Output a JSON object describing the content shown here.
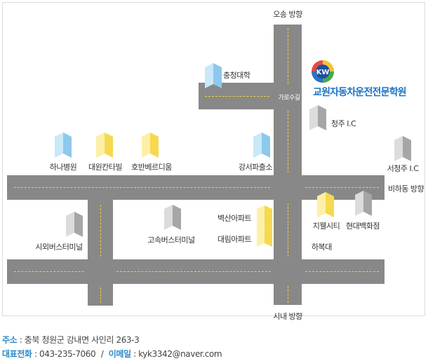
{
  "map": {
    "directions": {
      "north": "오송 방향",
      "south": "시내 방향",
      "east": "비하동 방향"
    },
    "intersection_label": "가로수길",
    "academy": {
      "name": "교원자동차운전전문학원",
      "logo_text": "KW",
      "brand_color": "#1a73c9"
    },
    "landmarks": {
      "chungcheong_univ": "충청대학",
      "cheongju_ic": "청주 I.C",
      "seocheongju_ic": "서청주 I.C",
      "hana_hospital": "하나병원",
      "daewon_cantabile": "대원칸타빌",
      "hoban_verdium": "호반베르디움",
      "gangseo_police": "강서파출소",
      "jwell_city": "지웰시티",
      "hyundai_dept": "현대백화점",
      "intercity_terminal": "시외버스터미널",
      "express_terminal": "고속버스터미널",
      "baeksan_apt": "벽산아파트",
      "daerim_apt": "대림아파트",
      "habokdae": "하복대"
    },
    "colors": {
      "road": "#888888",
      "lane": "#f2d23a",
      "building_blue": "#a9d8f2",
      "building_yellow": "#fbe680",
      "building_gray": "#bdbdbd"
    }
  },
  "contact": {
    "address_label": "주소",
    "address": "충북 청원군 강내면 사인리 263-3",
    "phone_label": "대표전화",
    "phone": "043-235-7060",
    "separator": "/",
    "email_label": "이메일",
    "email": "kyk3342@naver.com",
    "accent_color": "#2d8ac9"
  }
}
